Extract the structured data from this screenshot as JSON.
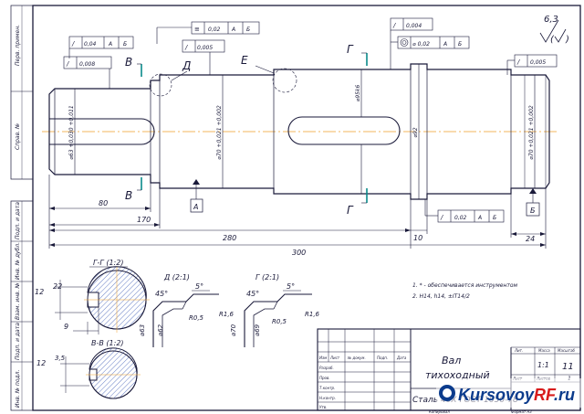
{
  "roughness": {
    "value": "6,3"
  },
  "tolerances": {
    "runout_left_004": {
      "value": "0,04",
      "base1": "А",
      "base2": "Б"
    },
    "runout_left_0008": {
      "value": "0,008"
    },
    "sym_002": {
      "value": "0,02",
      "base1": "А",
      "base2": "Б"
    },
    "runout_0005": {
      "value": "0,005"
    },
    "runout_0004": {
      "value": "0,004"
    },
    "coax_002": {
      "prefix": "⌀",
      "value": "0,02",
      "base1": "А",
      "base2": "Б"
    },
    "runout_right_0005": {
      "value": "0,005"
    },
    "bottom_002": {
      "value": "0,02",
      "base1": "А",
      "base2": "Б"
    }
  },
  "section_marks": {
    "V_top": "В",
    "V_bot": "В",
    "D": "Д",
    "E": "Е",
    "G_top": "Г",
    "G_bot": "Г"
  },
  "bases": {
    "A": "А",
    "B": "Б"
  },
  "diameters": {
    "left_end": "⌀63 +0,030 +0,011",
    "bearing_left": "⌀70 +0,021 +0,002",
    "middle": "⌀95k6",
    "collar": "⌀92",
    "right_end": "⌀70 +0,021 +0,002"
  },
  "dimensions": {
    "d80": "80",
    "d170": "170",
    "d280": "280",
    "d300": "300",
    "d10": "10",
    "d24": "24"
  },
  "views": {
    "gg_title": "Г-Г (1:2)",
    "vv_title": "В-В (1:2)",
    "d_title": "Д (2:1)",
    "g_title": "Г (2:1)",
    "gg_12": "12",
    "gg_22": "22",
    "gg_9": "9",
    "vv_12": "12",
    "vv_35": "3,5",
    "d_45": "45°",
    "d_5": "5°",
    "d_r05": "R0,5",
    "d_r16": "R1,6",
    "d_63": "⌀63",
    "d_62": "⌀62",
    "g_45": "45°",
    "g_5": "5°",
    "g_r05": "R0,5",
    "g_r16": "R1,6",
    "g_70": "⌀70",
    "g_69": "⌀69"
  },
  "notes": {
    "line1": "1. * - обеспечивается инструментом",
    "line2": "2. Н14, h14, ±IT14/2"
  },
  "title_block": {
    "name_line1": "Вал",
    "name_line2": "тихоходный",
    "material": "Сталь 40Х ГОСТ 1050-78",
    "col_lit": "Лит.",
    "col_mass": "Масса",
    "col_scale": "Масштаб",
    "scale": "1:1",
    "list": "Лист",
    "lists": "Листов",
    "lists_val": "1",
    "sheet_no": "11",
    "rows": [
      "Изм",
      "Лист",
      "№ докум.",
      "Подп.",
      "Дата",
      "Разраб.",
      "Пров.",
      "Т.контр.",
      "Н.контр.",
      "Утв."
    ],
    "format": "Копировал",
    "format_a": "Формат  А3"
  },
  "side_stamps": [
    "Перв. примен.",
    "Справ. №",
    "Подп. и дата",
    "Инв. № дубл.",
    "Взам. инв. №",
    "Подп. и дата",
    "Инв. № подл."
  ],
  "watermark": {
    "part1": "Kursovoy",
    "part2": "RF",
    "part3": ".ru"
  },
  "colors": {
    "line": "#1a1a3a",
    "axis": "#f0a028",
    "accent": "#0a8a8a",
    "hatch": "#2244aa",
    "wm_blue": "#0b3b8c",
    "wm_red": "#d81b1b"
  }
}
